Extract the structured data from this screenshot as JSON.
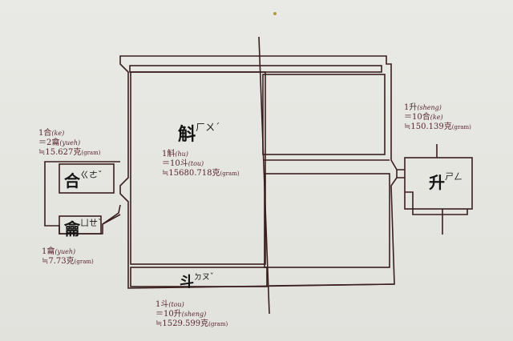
{
  "glyphs": {
    "hu": {
      "char": "斛",
      "bopo": "ㄏㄨˊ"
    },
    "he": {
      "char": "合",
      "bopo": "ㄍㄜˇ"
    },
    "yue": {
      "char": "龠",
      "bopo": "ㄩㄝˋ"
    },
    "dou": {
      "char": "斗",
      "bopo": "ㄉㄡˇ"
    },
    "sheng": {
      "char": "升",
      "bopo": "ㄕㄥ"
    }
  },
  "labels": {
    "he": {
      "line1": "1合",
      "line1_rom": "(ke)",
      "line2": "＝2龠",
      "line2_rom": "(yueh)",
      "line3": "≒15.627克",
      "line3_unit": "(gram)"
    },
    "yue": {
      "line1": "1龠",
      "line1_rom": "(yueh)",
      "line2": "≒7.73克",
      "line2_unit": "(gram)"
    },
    "hu": {
      "line1": "1斛",
      "line1_rom": "(hu)",
      "line2": "＝10斗",
      "line2_rom": "(tou)",
      "line3": "≒15680.718克",
      "line3_unit": "(gram)"
    },
    "dou": {
      "line1": "1斗",
      "line1_rom": "(tou)",
      "line2": "＝10升",
      "line2_rom": "(sheng)",
      "line3": "≒1529.599克",
      "line3_unit": "(gram)"
    },
    "sheng": {
      "line1": "1升",
      "line1_rom": "(sheng)",
      "line2": "＝10合",
      "line2_rom": "(ke)",
      "line3": "≒150.139克",
      "line3_unit": "(gram)"
    }
  },
  "colors": {
    "line": "#3a1f1f",
    "label_text": "#5a2630",
    "glyph": "#141414"
  }
}
